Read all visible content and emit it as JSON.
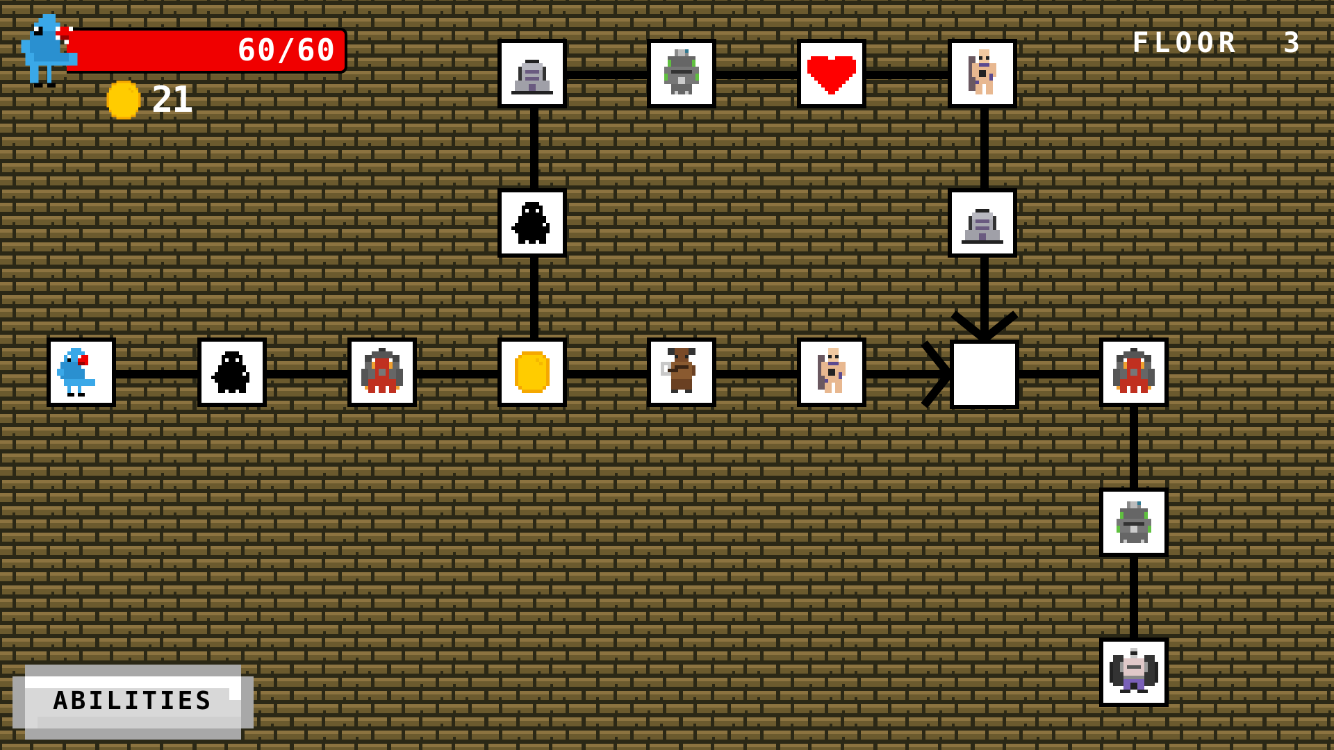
{
  "hud": {
    "hp_current": 60,
    "hp_max": 60,
    "hp_text": "60/60",
    "hp_bar_color": "#f00000",
    "coins": "21",
    "coin_icon": "gold-coin-icon",
    "player_icon": "blue-shark-dino-icon",
    "floor_label": "FLOOR  3",
    "floor_number": 3
  },
  "buttons": {
    "abilities_label": "ABILITIES"
  },
  "colors": {
    "mortar": "#2b2816",
    "brick_body": "#6b5a2e",
    "brick_top": "#8c7340",
    "node_fill": "#ffffff",
    "node_border": "#000000",
    "coin": "#ffcc00",
    "coin_edge": "#f5a800",
    "heart": "#ff0000"
  },
  "map": {
    "nodes": [
      {
        "id": "start",
        "col": 0,
        "row": 2,
        "type": "player",
        "icon": "blue-shark-dino-icon"
      },
      {
        "id": "n1",
        "col": 1,
        "row": 2,
        "type": "unknown-enemy",
        "icon": "shadow-silhouette-icon"
      },
      {
        "id": "n2",
        "col": 2,
        "row": 2,
        "type": "enemy",
        "icon": "fire-demon-icon"
      },
      {
        "id": "n3",
        "col": 3,
        "row": 2,
        "type": "treasure",
        "icon": "gold-coin-icon"
      },
      {
        "id": "n4",
        "col": 3,
        "row": 1,
        "type": "unknown-enemy",
        "icon": "shadow-silhouette-icon"
      },
      {
        "id": "n5",
        "col": 3,
        "row": 0,
        "type": "enemy",
        "icon": "gray-hooded-golem-icon"
      },
      {
        "id": "n6",
        "col": 4,
        "row": 0,
        "type": "enemy",
        "icon": "mossy-stone-golem-icon"
      },
      {
        "id": "n7",
        "col": 5,
        "row": 0,
        "type": "heal",
        "icon": "heart-icon"
      },
      {
        "id": "n8",
        "col": 6,
        "row": 0,
        "type": "enemy",
        "icon": "bald-brute-icon"
      },
      {
        "id": "n9",
        "col": 6,
        "row": 1,
        "type": "enemy",
        "icon": "gray-hooded-golem-icon"
      },
      {
        "id": "n10",
        "col": 4,
        "row": 2,
        "type": "enemy",
        "icon": "minotaur-axe-icon"
      },
      {
        "id": "n11",
        "col": 5,
        "row": 2,
        "type": "enemy",
        "icon": "bald-brute-icon"
      },
      {
        "id": "current",
        "col": 6,
        "row": 2,
        "type": "current-empty",
        "icon": "none"
      },
      {
        "id": "n12",
        "col": 7,
        "row": 2,
        "type": "enemy",
        "icon": "fire-demon-icon"
      },
      {
        "id": "n13",
        "col": 7,
        "row": 3,
        "type": "enemy",
        "icon": "mossy-stone-golem-icon"
      },
      {
        "id": "boss",
        "col": 7,
        "row": 4,
        "type": "boss",
        "icon": "winged-gargoyle-boss-icon"
      }
    ]
  }
}
